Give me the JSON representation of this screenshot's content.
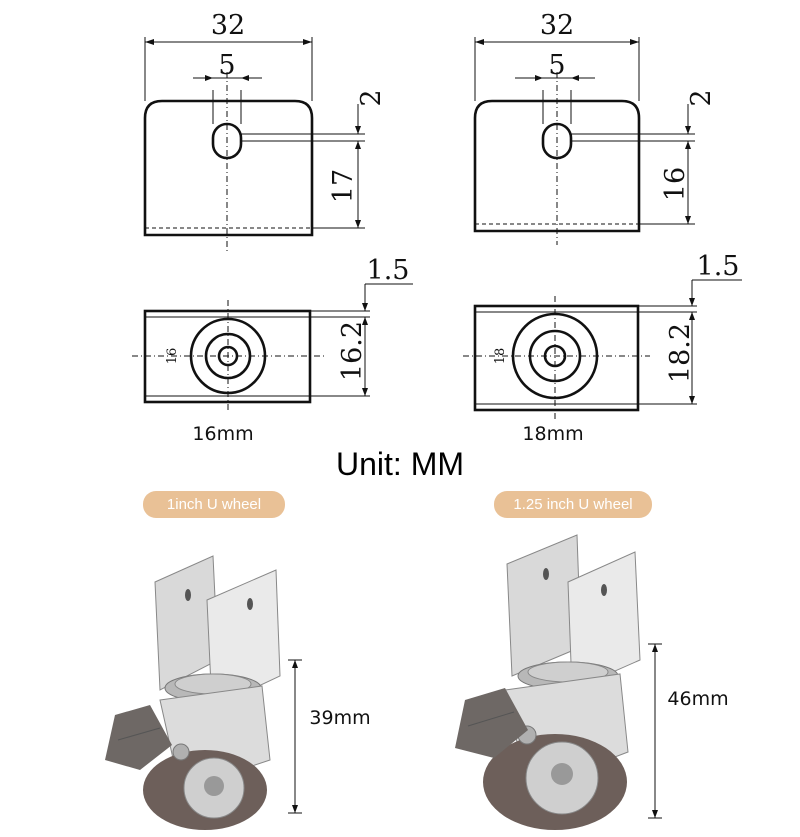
{
  "title": "Unit: MM",
  "top_views": [
    {
      "width": "32",
      "slot": "5",
      "edge": "2",
      "height": "17"
    },
    {
      "width": "32",
      "slot": "5",
      "edge": "2",
      "height": "16"
    }
  ],
  "bottom_views": [
    {
      "thickness": "1.5",
      "depth": "16.2",
      "inner": "16",
      "caption": "16mm"
    },
    {
      "thickness": "1.5",
      "depth": "18.2",
      "inner": "18",
      "caption": "18mm"
    }
  ],
  "products": [
    {
      "label": "1inch U wheel",
      "height": "39mm"
    },
    {
      "label": "1.25 inch U wheel",
      "height": "46mm"
    }
  ],
  "colors": {
    "badge": "#e9c196",
    "badge_text": "#ffffff",
    "line": "#111111"
  }
}
